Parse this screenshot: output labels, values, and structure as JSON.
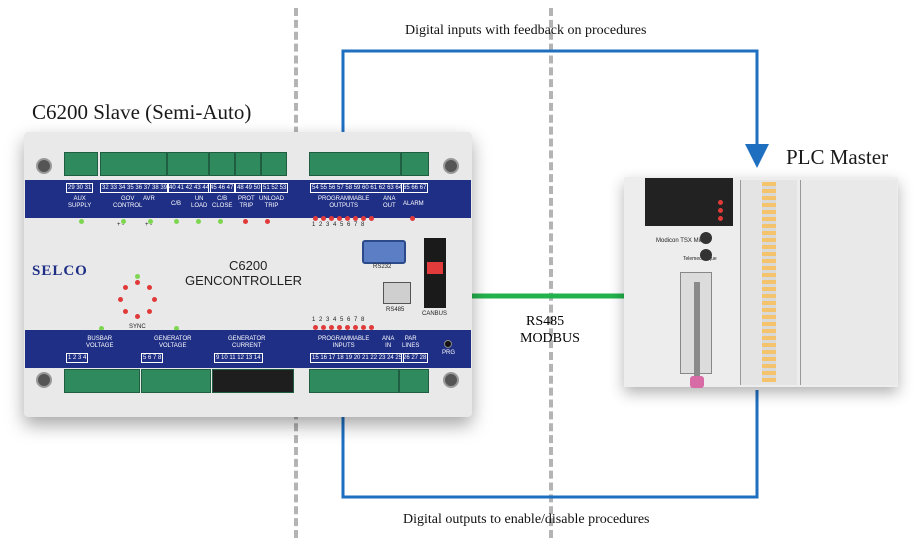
{
  "labels": {
    "top_arrow": "Digital inputs with feedback on procedures",
    "bottom_arrow": "Digital outputs to enable/disable procedures",
    "slave_title": "C6200 Slave (Semi-Auto)",
    "master_title": "PLC Master",
    "link_line1": "RS485",
    "link_line2": "MODBUS"
  },
  "controller": {
    "brand": "SELCO",
    "model": "C6200",
    "name": "GENCONTROLLER",
    "sync": "SYNC",
    "rs232": "RS232",
    "rs485": "RS485",
    "canbus": "CANBUS",
    "prg": "PRG",
    "top_pins": {
      "aux": "29 30 31",
      "gov_avr": "32 33 34 35 36 37 38 39",
      "cb_unload": "40 41 42 43 44",
      "cb_close": "45 46 47",
      "prot": "48 49 50",
      "unload": "51 52 53",
      "prog": "54 55 56 57 58 59 60 61 62 63 64",
      "alarm": "65 66 67"
    },
    "top_labels": {
      "aux": "AUX\nSUPPLY",
      "gov": "GOV\nCONTROL",
      "avr": "AVR",
      "cb": "C/B",
      "un_load": "UN\nLOAD",
      "cb_close": "C/B\nCLOSE",
      "prot_trip": "PROT\nTRIP",
      "unload_trip": "UNLOAD\nTRIP",
      "prog_out": "PROGRAMMABLE\nOUTPUTS",
      "ana_out": "ANA\nOUT",
      "alarm": "ALARM",
      "plus_minus": "+ -"
    },
    "output_numbers": "1 2 3 4 5 6 7 8",
    "input_numbers": "1 2 3 4 5 6 7 8",
    "bottom_labels": {
      "busbar": "BUSBAR\nVOLTAGE",
      "gen_v": "GENERATOR\nVOLTAGE",
      "gen_c": "GENERATOR\nCURRENT",
      "prog_in": "PROGRAMMABLE\nINPUTS",
      "ana_in": "ANA\nIN",
      "par": "PAR\nLINES"
    },
    "bottom_pins": {
      "busbar": "1   2   3   4",
      "gen_v": "5   6   7   8",
      "gen_c": "9  10  11  12  13  14",
      "prog_in": "15 16 17 18 19 20 21 22 23 24 25",
      "par": "26 27 28"
    }
  },
  "plc": {
    "brand_line": "Modicon TSX Micro",
    "maker": "Telemecanique"
  },
  "colors": {
    "arrow_blue": "#1e6fc0",
    "link_green": "#22b24c",
    "band_blue": "#1f2f86",
    "terminal_green": "#2f8a5e",
    "dash_gray": "#b4b4b4"
  }
}
